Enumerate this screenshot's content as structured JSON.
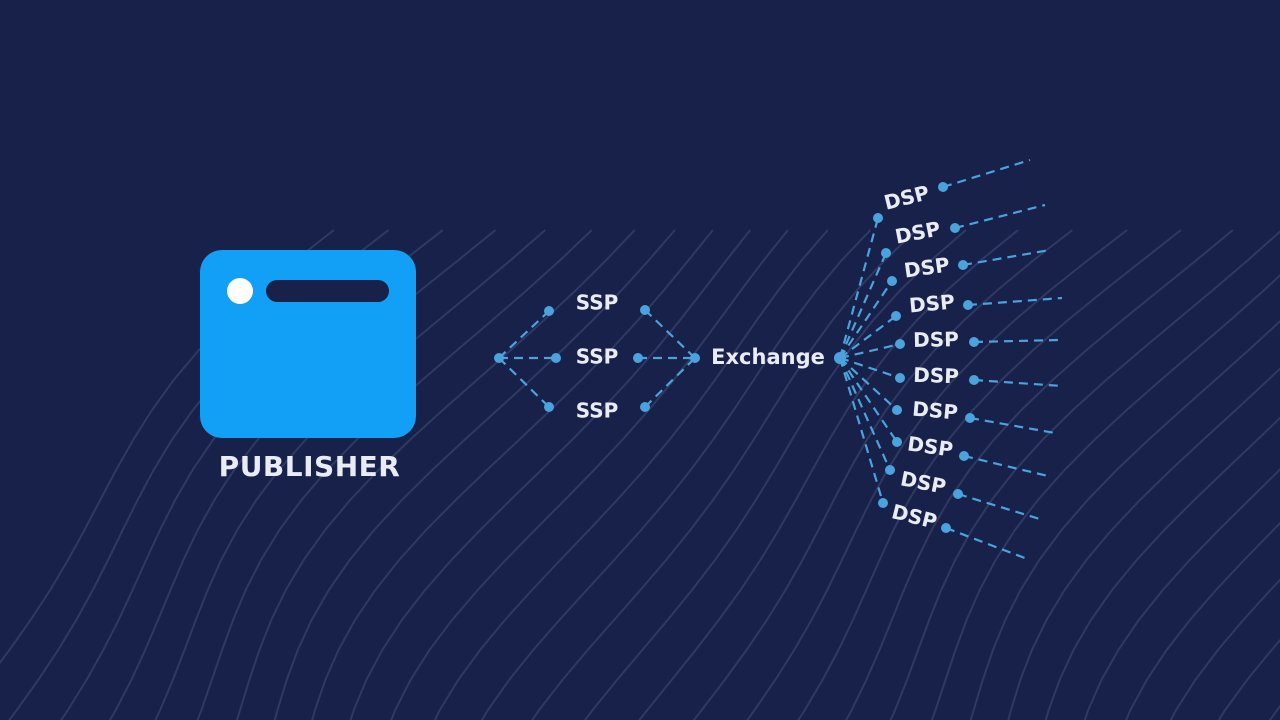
{
  "publisher": {
    "label": "PUBLISHER",
    "card_color": "#12a0f6",
    "icon": "browser-window-icon"
  },
  "ssps": [
    "SSP",
    "SSP",
    "SSP"
  ],
  "exchange": {
    "label": "Exchange"
  },
  "dsps": [
    "DSP",
    "DSP",
    "DSP",
    "DSP",
    "DSP",
    "DSP",
    "DSP",
    "DSP",
    "DSP",
    "DSP"
  ],
  "colors": {
    "background": "#17214a",
    "connector": "#4aa3dc",
    "text": "#e9ecf4",
    "waves": "#39426a"
  }
}
